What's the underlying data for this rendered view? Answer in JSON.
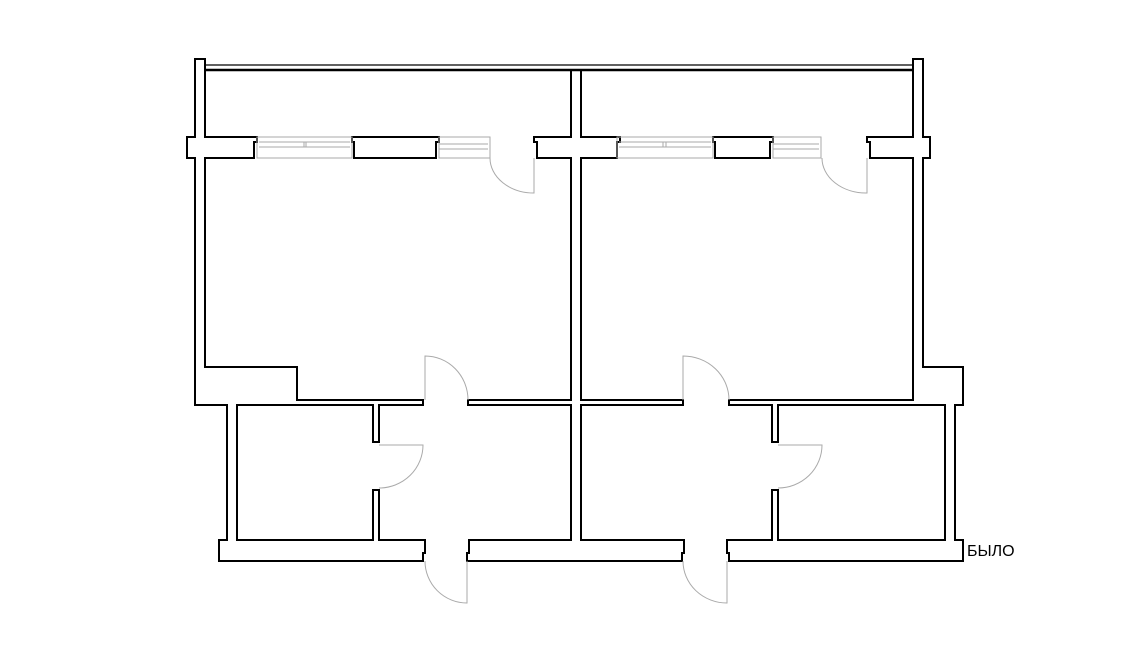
{
  "drawing": {
    "type": "floor-plan",
    "label": "БЫЛО",
    "units": 2,
    "line_color": "#000000",
    "fixture_color": "#aaaaaa"
  }
}
